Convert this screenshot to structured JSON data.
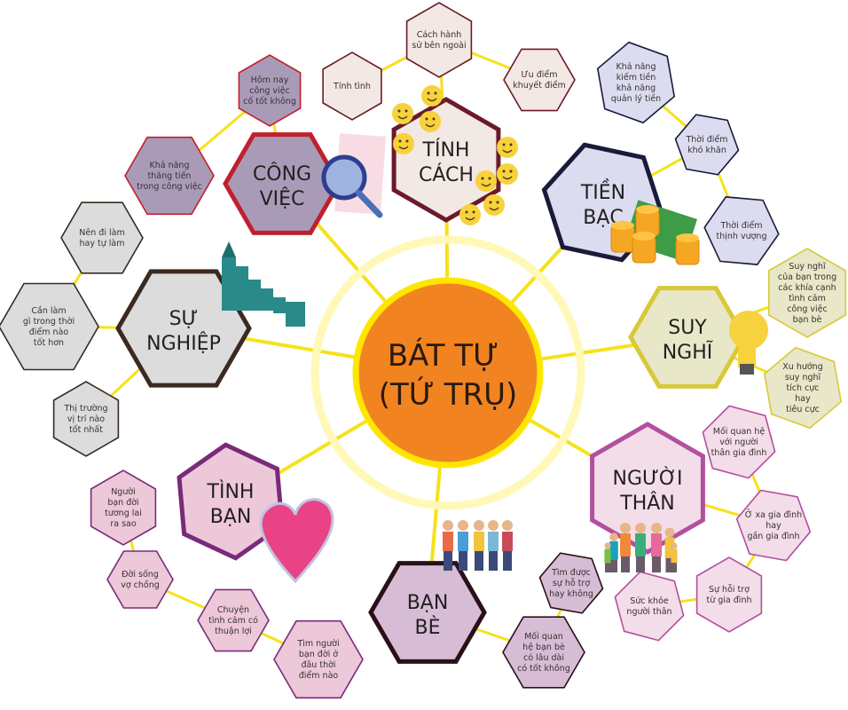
{
  "center": {
    "lines": [
      "BÁT TỰ",
      "(TỨ TRỤ)"
    ],
    "fill": "#F18421",
    "stroke": "#FFE600",
    "ring": "#FFF8B8"
  },
  "connector_color": "#F5E21A",
  "categories": [
    {
      "id": "cong-viec",
      "lines": [
        "CÔNG",
        "VIỆC"
      ],
      "fill": "#A99BB8",
      "stroke": "#C0202E",
      "subs": [
        [
          "Hôm nay",
          "công việc",
          "cố tốt không"
        ],
        [
          "Khả năng",
          "thăng tiến",
          "trong công việc"
        ]
      ]
    },
    {
      "id": "tinh-cach",
      "lines": [
        "TÍNH",
        "CÁCH"
      ],
      "fill": "#F2E8E4",
      "stroke": "#6B1A2A",
      "subs": [
        [
          "Cách hành",
          "sử bên ngoài"
        ],
        [
          "Tính tình"
        ],
        [
          "Ưu điểm",
          "khuyết điểm"
        ]
      ]
    },
    {
      "id": "tien-bac",
      "lines": [
        "TIỀN",
        "BẠC"
      ],
      "fill": "#DCDCF0",
      "stroke": "#1A1A3A",
      "subs": [
        [
          "Khả năng",
          "kiếm tiền",
          "khả năng",
          "quản lý tiền"
        ],
        [
          "Thời điểm",
          "khó khăn"
        ],
        [
          "Thời điểm",
          "thịnh vượng"
        ]
      ]
    },
    {
      "id": "suy-nghi",
      "lines": [
        "SUY",
        "NGHĨ"
      ],
      "fill": "#E8E7C8",
      "stroke": "#D8C83A",
      "subs": [
        [
          "Suy nghĩ",
          "của bạn trong",
          "các khía cạnh",
          "tình cảm",
          "công việc",
          "bạn bè"
        ],
        [
          "Xu hướng",
          "suy nghĩ",
          "tích cực",
          "hay",
          "tiêu cực"
        ]
      ]
    },
    {
      "id": "nguoi-than",
      "lines": [
        "NGƯỜI",
        "THÂN"
      ],
      "fill": "#F2DDE8",
      "stroke": "#B44FA0",
      "subs": [
        [
          "Mối quan hệ",
          "với người",
          "thân gia đình"
        ],
        [
          "Ở xa gia đình",
          "hay",
          "gần gia đình"
        ],
        [
          "Sự hỗi trợ",
          "từ gia đình"
        ],
        [
          "Sức khỏe",
          "người thân"
        ]
      ]
    },
    {
      "id": "ban-be",
      "lines": [
        "BẠN",
        "BÈ"
      ],
      "fill": "#D7BCD5",
      "stroke": "#2A1018",
      "subs": [
        [
          "Tìm được",
          "sự hỗ trợ",
          "hay không"
        ],
        [
          "Mối quan",
          "hệ bạn bè",
          "có lâu dài",
          "có tốt không"
        ]
      ]
    },
    {
      "id": "tinh-ban",
      "lines": [
        "TÌNH",
        "BẠN"
      ],
      "fill": "#ECC8D8",
      "stroke": "#7A2A7A",
      "subs": [
        [
          "Người",
          "bạn đời",
          "tương lai",
          "ra sao"
        ],
        [
          "Đời sống",
          "vợ chồng"
        ],
        [
          "Chuyện",
          "tình cảm có",
          "thuận lợi"
        ],
        [
          "Tìm người",
          "bạn đời ở",
          "đâu thời",
          "điểm nào"
        ]
      ]
    },
    {
      "id": "su-nghiep",
      "lines": [
        "SỰ",
        "NGHIỆP"
      ],
      "fill": "#DCDCDC",
      "stroke": "#3A2A20",
      "subs": [
        [
          "Nên đi làm",
          "hay tự làm"
        ],
        [
          "Cần làm",
          "gì trong thời",
          "điểm nào",
          "tốt hơn"
        ],
        [
          "Thị trường",
          "vị trí nào",
          "tốt nhất"
        ]
      ]
    }
  ]
}
